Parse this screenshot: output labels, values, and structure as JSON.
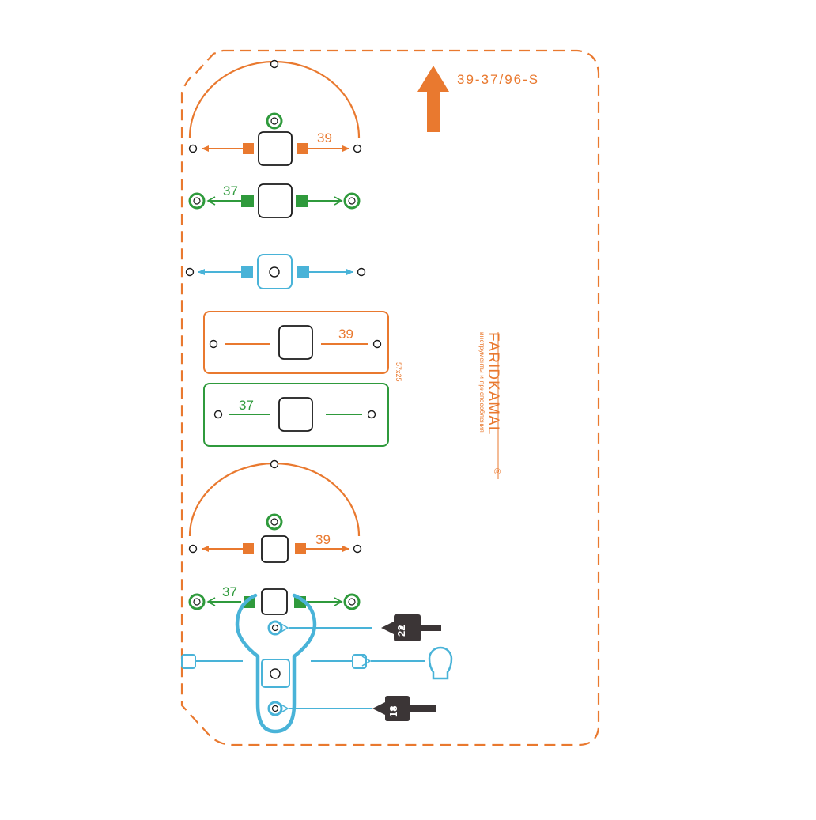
{
  "template": {
    "code": "39-37/96-S",
    "brand": "FARIDKAMAL",
    "brand_mark": "®",
    "brand_tagline": "инструменты и приспособления",
    "plate_size": "57x25"
  },
  "dimensions": {
    "orange_upper": "39",
    "green_upper": "37",
    "plate_orange": "39",
    "plate_green": "37",
    "orange_lower": "39",
    "green_lower": "37"
  },
  "drill_bits": {
    "upper": "22",
    "lower": "18"
  },
  "colors": {
    "orange": "#e9792f",
    "green": "#2f9a3c",
    "blue": "#49b3d8",
    "dark": "#3b3536",
    "black": "#1a1a1a"
  },
  "icons": [
    "up-arrow-icon",
    "drill-bit-icon",
    "cylinder-lock-icon"
  ]
}
